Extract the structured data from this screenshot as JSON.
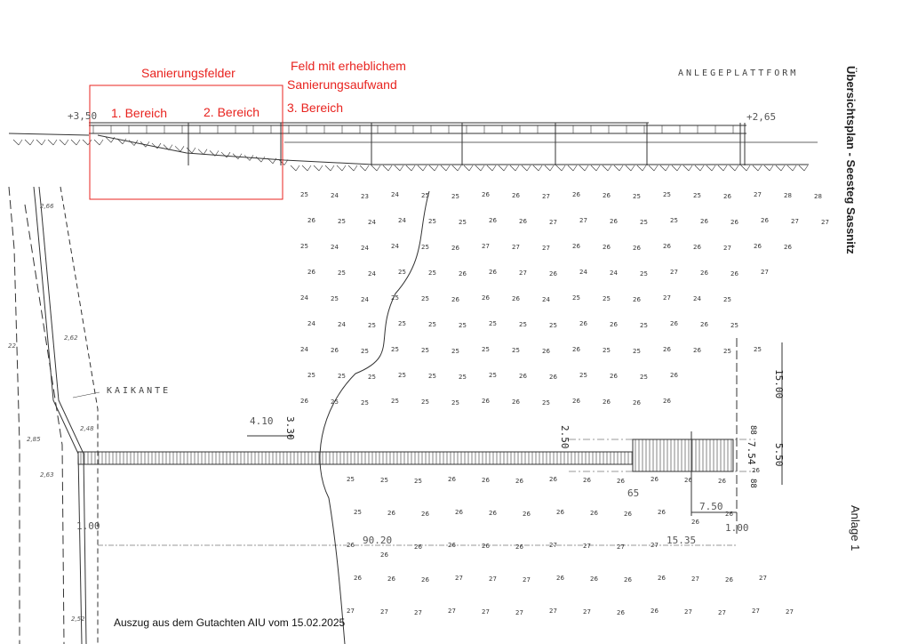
{
  "annotations": {
    "repair_fields": "Sanierungsfelder",
    "major_field_line1": "Feld mit erheblichem",
    "major_field_line2": "Sanierungsaufwand",
    "area1": "1. Bereich",
    "area2": "2. Bereich",
    "area3": "3. Bereich",
    "color": "#e8231f"
  },
  "drawing": {
    "title": "Übersichtsplan - Seesteg Sassnitz",
    "appendix": "Anlage 1",
    "platform_label": "ANLEGEPLATTFORM",
    "quay_label": "KAIKANTE",
    "level_left": "+3,50",
    "level_right": "+2,65",
    "caption": "Auszug aus dem Gutachten AIU vom 15.02.2025"
  },
  "dimensions": {
    "d_4_10": "4.10",
    "d_3_30": "3.30",
    "d_2_50": "2.50",
    "d_65": "65",
    "d_7_50": "7.50",
    "d_1_00_right": "1.00",
    "d_1_00_left": "1.00",
    "d_90_20": "90.20",
    "d_15_35": "15.35",
    "d_15_00": "15.00",
    "d_5_50": "5.50",
    "d_7_54": "7.54",
    "d_88_top": "88",
    "d_88_bottom": "88"
  },
  "shore_heights": [
    "2,66",
    "2,62",
    "2,48",
    "2,85",
    "2,63",
    "2,52",
    "22"
  ],
  "soundings_upper": [
    [
      25,
      24,
      23,
      24,
      25,
      25,
      26,
      26,
      27,
      26,
      26,
      25,
      25,
      25,
      26,
      27,
      28,
      28
    ],
    [
      26,
      25,
      24,
      24,
      25,
      25,
      26,
      26,
      27,
      27,
      26,
      25,
      25,
      26,
      26,
      26,
      27,
      27
    ],
    [
      25,
      24,
      24,
      24,
      25,
      26,
      27,
      27,
      27,
      26,
      26,
      26,
      26,
      26,
      27,
      26,
      26
    ],
    [
      26,
      25,
      24,
      25,
      25,
      26,
      26,
      27,
      26,
      24,
      24,
      25,
      27,
      26,
      26,
      27
    ],
    [
      24,
      25,
      24,
      25,
      25,
      26,
      26,
      26,
      24,
      25,
      25,
      26,
      27,
      24,
      25
    ],
    [
      24,
      24,
      25,
      25,
      25,
      25,
      25,
      25,
      25,
      26,
      26,
      25,
      26,
      26,
      25
    ],
    [
      24,
      26,
      25,
      25,
      25,
      25,
      25,
      25,
      26,
      26,
      25,
      25,
      26,
      26,
      25,
      25
    ],
    [
      25,
      25,
      25,
      25,
      25,
      25,
      25,
      26,
      26,
      25,
      26,
      25,
      26
    ],
    [
      26,
      25,
      25,
      25,
      25,
      25,
      26,
      26,
      25,
      26,
      26,
      26,
      26
    ]
  ],
  "soundings_lower": [
    [
      25,
      25,
      25,
      26,
      26,
      26,
      26,
      26,
      26,
      26,
      26,
      26,
      26
    ],
    [
      25,
      26,
      26,
      26,
      26,
      26,
      26,
      26,
      26,
      26,
      26,
      26
    ],
    [
      26,
      26,
      26,
      26,
      26,
      26,
      27,
      27,
      27,
      27
    ],
    [
      26,
      26,
      26,
      27,
      27,
      27,
      26,
      26,
      26,
      26,
      27,
      26,
      27
    ],
    [
      27,
      27,
      27,
      27,
      27,
      27,
      27,
      27,
      26,
      26,
      27,
      27,
      27,
      27
    ]
  ]
}
